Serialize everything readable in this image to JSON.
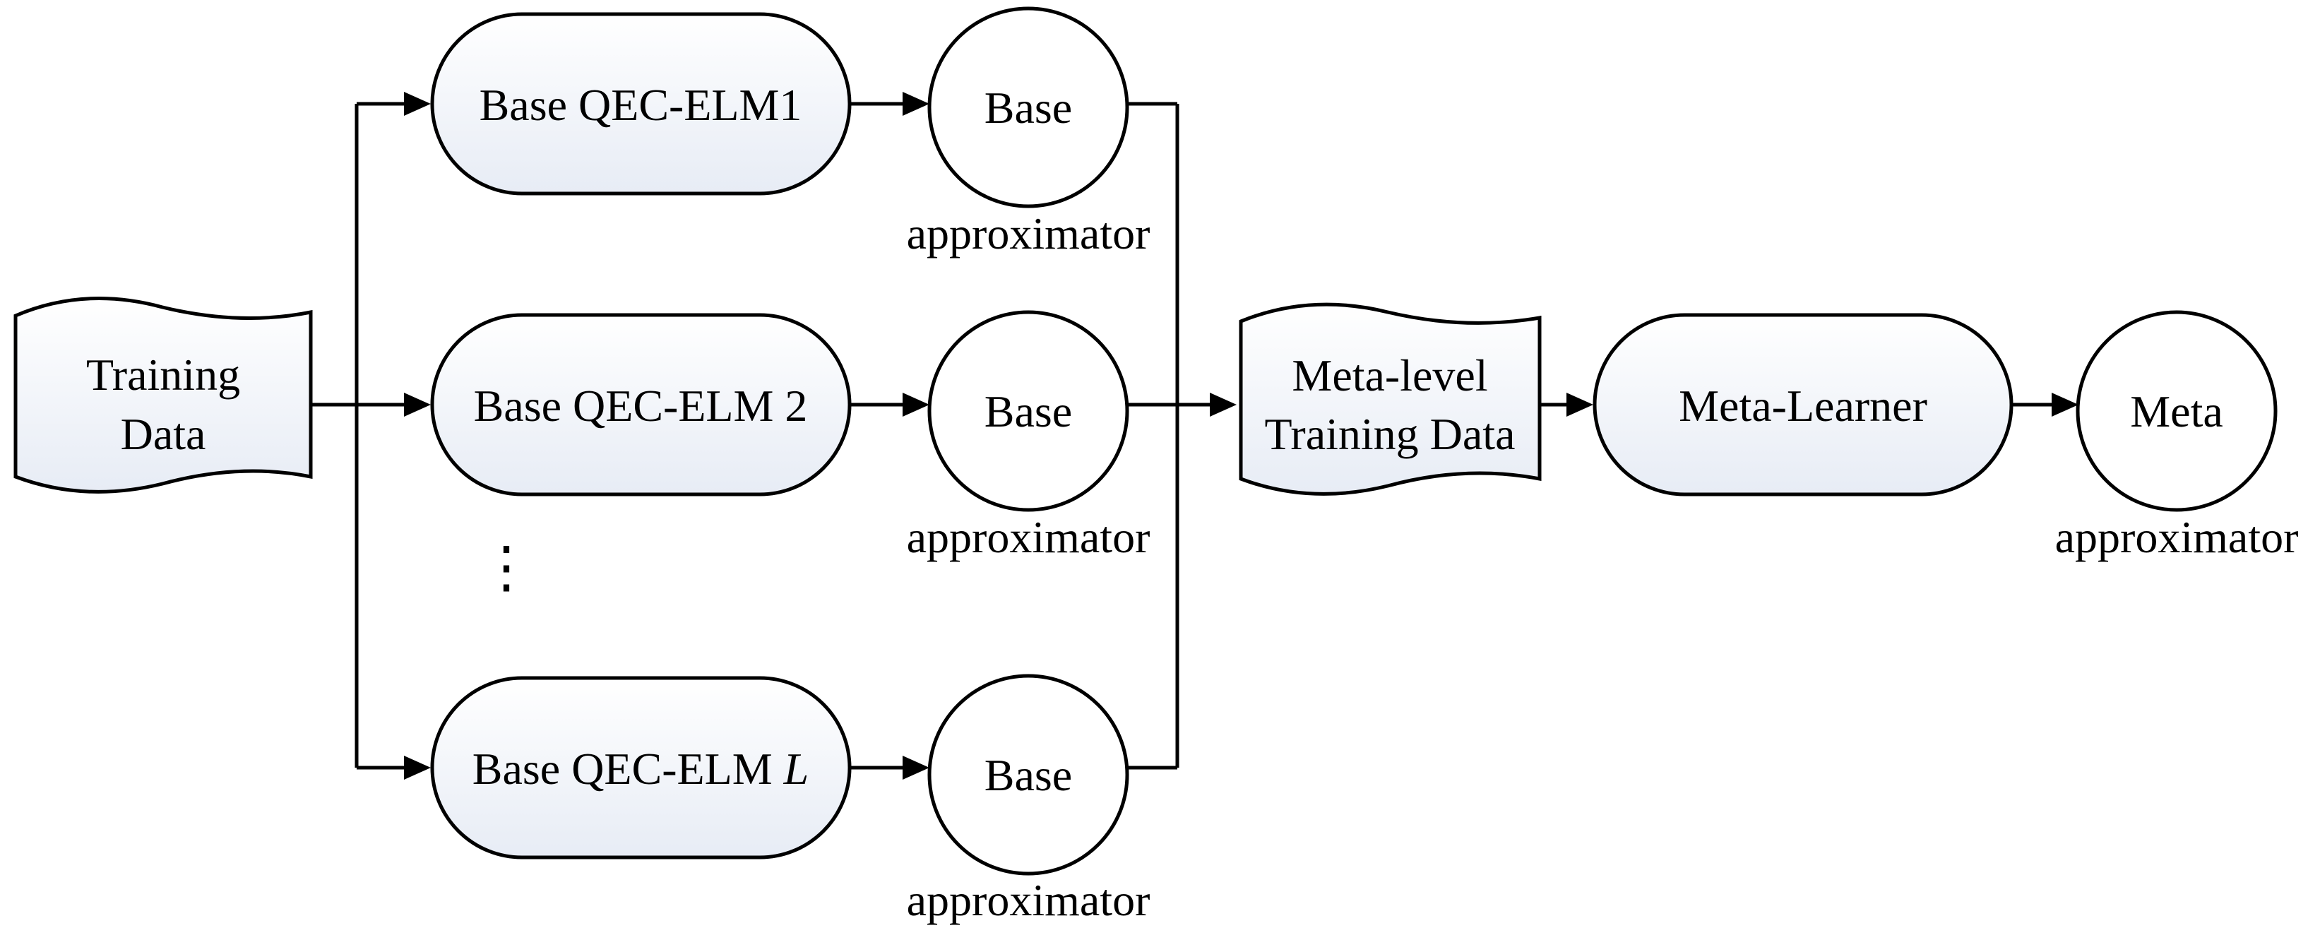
{
  "training_data": {
    "line1": "Training",
    "line2": "Data"
  },
  "base_learners": [
    {
      "label": "Base QEC-ELM1",
      "label_italic": "",
      "output_top": "Base",
      "output_caption": "approximator"
    },
    {
      "label": "Base QEC-ELM 2",
      "label_italic": "",
      "output_top": "Base",
      "output_caption": "approximator"
    },
    {
      "label": "Base QEC-ELM ",
      "label_italic": "L",
      "output_top": "Base",
      "output_caption": "approximator"
    }
  ],
  "ellipsis": "⋮",
  "meta_training_data": {
    "line1": "Meta-level",
    "line2": "Training Data"
  },
  "meta_learner": {
    "label": "Meta-Learner"
  },
  "meta_output": {
    "top": "Meta",
    "caption": "approximator"
  }
}
